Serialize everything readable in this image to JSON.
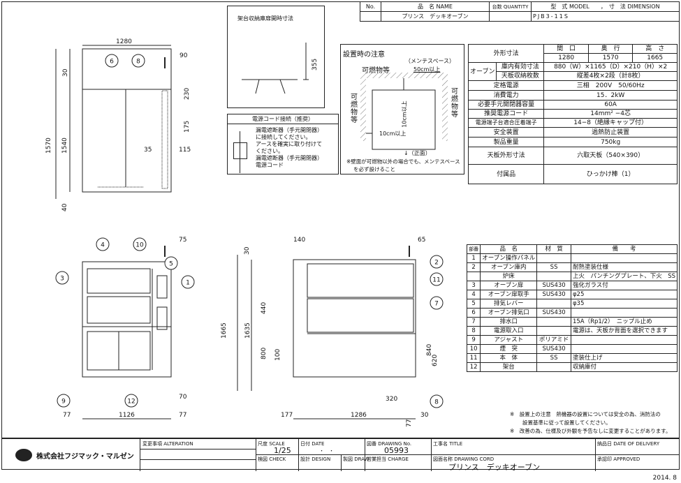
{
  "header": {
    "col_no": "No.",
    "col_name": "品　名 NAME",
    "col_qty": "台数 QUANTITY",
    "col_model": "型　式 MODEL　　，　寸　法 DIMENSION",
    "product_name": "プリンス　デッキオーブン",
    "model": "PJB3-11S"
  },
  "spec": {
    "outer_dim_label": "外形寸法",
    "width_h": "間　口",
    "depth_h": "奥　行",
    "height_h": "高　さ",
    "width": "1280",
    "depth": "1570",
    "height": "1665",
    "oven_label": "オーブン",
    "rows": [
      {
        "label": "庫内有効寸法",
        "value": "880（W）×1165（D）×210（H）×2"
      },
      {
        "label": "天板収納枚数",
        "value": "縦差4枚×2段（計8枚）"
      },
      {
        "label": "定格電源",
        "value": "三相　200V　50/60Hz"
      },
      {
        "label": "消費電力",
        "value": "15．2kW"
      },
      {
        "label": "必要手元開閉器容量",
        "value": "60A"
      },
      {
        "label": "推奨電源コード",
        "value": "14mm² −4芯"
      },
      {
        "label": "電源端子台適合圧着端子",
        "value": "14−8（絶縁キャップ付）"
      },
      {
        "label": "安全装置",
        "value": "過熱防止装置"
      },
      {
        "label": "製品重量",
        "value": "750kg"
      },
      {
        "label": "天板外形寸法",
        "value": "六取天板（540×390）"
      },
      {
        "label": "付属品",
        "value": "ひっかけ棒（1）"
      }
    ]
  },
  "parts": {
    "headers": [
      "部番",
      "品　名",
      "材　質",
      "備　　考"
    ],
    "rows": [
      [
        "1",
        "オーブン操作パネル",
        "",
        ""
      ],
      [
        "2",
        "オーブン庫内",
        "SS",
        "耐熱塗装仕様"
      ],
      [
        "",
        "炉床",
        "",
        "上火　パンチングプレート、下火　SS"
      ],
      [
        "3",
        "オーブン扉",
        "SUS430",
        "強化ガラス付"
      ],
      [
        "4",
        "オーブン扉取手",
        "SUS430",
        "φ25"
      ],
      [
        "5",
        "排気レバー",
        "",
        "φ35"
      ],
      [
        "6",
        "オーブン排気口",
        "SUS430",
        ""
      ],
      [
        "7",
        "排水口",
        "",
        "15A（Rp1/2）　ニップル止め"
      ],
      [
        "8",
        "電源取入口",
        "",
        "電源は、天板か背面を選択できます"
      ],
      [
        "9",
        "アジャスト",
        "ポリアミド",
        ""
      ],
      [
        "10",
        "煙　突",
        "SUS430",
        ""
      ],
      [
        "11",
        "本　体",
        "SS",
        "塗装仕上げ"
      ],
      [
        "12",
        "架台",
        "",
        "収納庫付"
      ]
    ]
  },
  "storage_box": {
    "title": "架台収納庫扉開時寸法",
    "dim": "355"
  },
  "power_box": {
    "title": "電源コード接続（推奨）",
    "line1": "漏電遮断器（手元開閉器）",
    "line2": "に接続してください。",
    "line3": "アースを確実に取り付けて",
    "line4": "ください。",
    "label_breaker": "漏電遮断器（手元開閉器）",
    "label_cord": "電源コード"
  },
  "install": {
    "title": "設置時の注意",
    "maint": "（メンテスペース）",
    "space50": "50cm以上",
    "combustible": "可燃物等",
    "left": "可燃物等",
    "right": "可燃物等",
    "space10v": "10cm以上",
    "space10h": "10cm以上",
    "front": "↓（正面）",
    "note1": "※壁面が可燃物以外の場合でも、メンテスペース",
    "note2": "を必ず設けること"
  },
  "notes": {
    "n1": "※　設置上の注意　熱機器の設置については安全の為、消防法の",
    "n1b": "設置基準に従って設置してください。",
    "n2": "※　改善の為、仕様及び外観を予告なしに変更することがあります。"
  },
  "side_top": {
    "dims": [
      "1280",
      "90",
      "30",
      "1570",
      "1540",
      "40",
      "230",
      "175",
      "35",
      "115"
    ],
    "callouts": [
      "6",
      "8"
    ]
  },
  "front": {
    "dims": [
      "75",
      "77",
      "1126",
      "77",
      "70"
    ],
    "callouts": [
      "4",
      "10",
      "5",
      "3",
      "1",
      "9",
      "12"
    ]
  },
  "side_bottom": {
    "dims": [
      "140",
      "65",
      "30",
      "1665",
      "1635",
      "440",
      "800",
      "100",
      "840",
      "620",
      "320",
      "177",
      "1286",
      "77",
      "30"
    ],
    "callouts": [
      "2",
      "11",
      "7",
      "8"
    ]
  },
  "title_block": {
    "company": "株式会社フジマック・マルゼン",
    "alteration": "変更事項 ALTERATION",
    "scale_label": "尺度 SCALE",
    "scale": "1/25",
    "date_label": "日付 DATE",
    "date": "・　・",
    "drawing_no_label": "図番 DRAWING No.",
    "drawing_no": "05993",
    "title_label": "工事名 TITLE",
    "delivery_label": "納品日 DATE OF DELIVERY",
    "check_label": "検図 CHECK",
    "design_label": "設計 DESIGN",
    "draw_label": "製図 DRAW",
    "charge_label": "営業担当 CHARGE",
    "cord_label": "図面名称 DRAWING CORD",
    "cord": "プリンス　デッキオーブン",
    "approved_label": "承認印 APPROVED",
    "issued": "2014. 8"
  }
}
